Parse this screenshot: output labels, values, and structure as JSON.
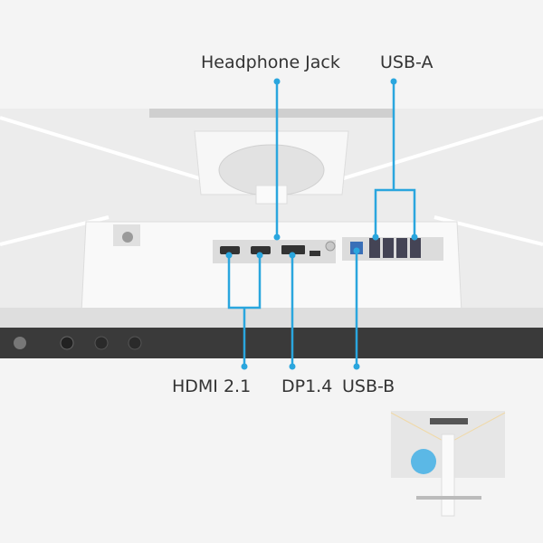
{
  "labels": {
    "headphone_jack": "Headphone Jack",
    "usb_a": "USB-A",
    "hdmi": "HDMI 2.1",
    "dp": "DP1.4",
    "usb_b": "USB-B"
  },
  "colors": {
    "callout_line": "#2aa6de",
    "background": "#f4f4f4",
    "bezel": "#3a3a3a"
  },
  "icons": [
    "hdmi-port-icon",
    "displayport-icon",
    "usb-a-port-icon",
    "usb-b-port-icon",
    "headphone-jack-icon",
    "power-port-icon",
    "control-button-icon"
  ]
}
